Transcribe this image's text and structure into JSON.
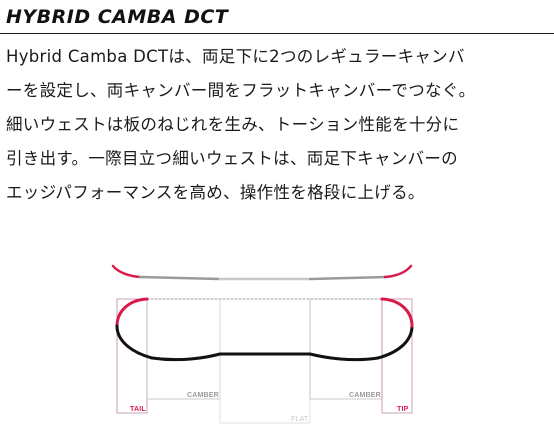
{
  "heading": "HYBRID CAMBA DCT",
  "description_lines": [
    "Hybrid Camba DCTは、両足下に2つのレギュラーキャンバ",
    "ーを設定し、両キャンバー間をフラットキャンバーでつなぐ。",
    "細いウェストは板のねじれを生み、トーション性能を十分に",
    "引き出す。一際目立つ細いウェストは、両足下キャンバーの",
    "エッジパフォーマンスを高め、操作性を格段に上げる。"
  ],
  "diagram": {
    "labels": {
      "tail": "TAIL",
      "camber_left": "CAMBER",
      "flat": "FLAT",
      "camber_right": "CAMBER",
      "tip": "TIP"
    },
    "colors": {
      "accent": "#d81b4a",
      "board": "#111111",
      "gray": "#9a9a9a",
      "light_gray": "#c8c8c8"
    }
  }
}
